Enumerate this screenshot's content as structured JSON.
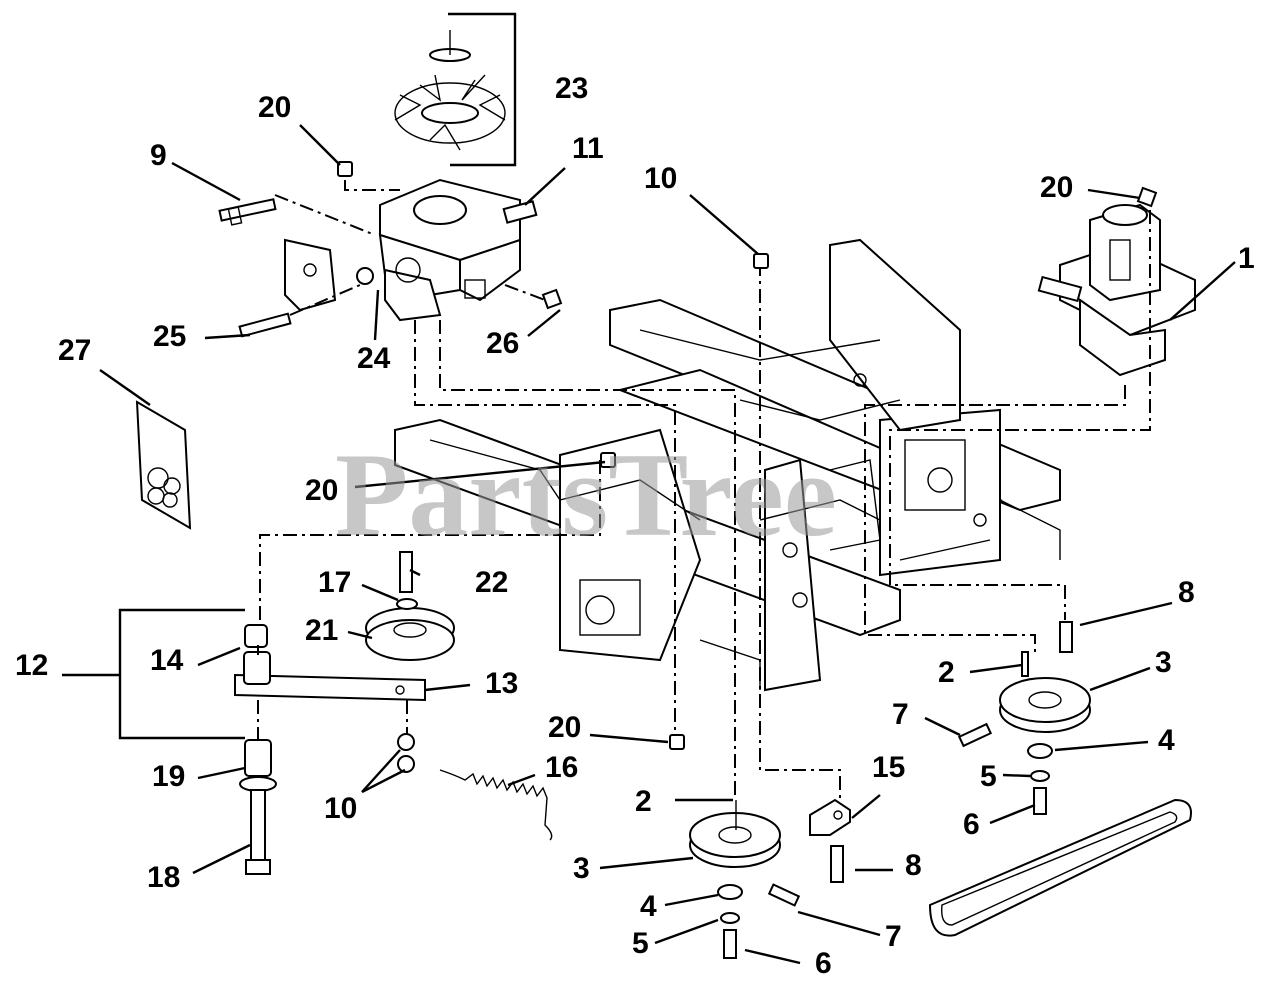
{
  "watermark": "PartsTree",
  "callouts": [
    {
      "id": "c1",
      "text": "1"
    },
    {
      "id": "c2a",
      "text": "2"
    },
    {
      "id": "c2b",
      "text": "2"
    },
    {
      "id": "c3a",
      "text": "3"
    },
    {
      "id": "c3b",
      "text": "3"
    },
    {
      "id": "c4a",
      "text": "4"
    },
    {
      "id": "c4b",
      "text": "4"
    },
    {
      "id": "c5a",
      "text": "5"
    },
    {
      "id": "c5b",
      "text": "5"
    },
    {
      "id": "c6a",
      "text": "6"
    },
    {
      "id": "c6b",
      "text": "6"
    },
    {
      "id": "c7a",
      "text": "7"
    },
    {
      "id": "c7b",
      "text": "7"
    },
    {
      "id": "c8a",
      "text": "8"
    },
    {
      "id": "c8b",
      "text": "8"
    },
    {
      "id": "c9",
      "text": "9"
    },
    {
      "id": "c10a",
      "text": "10"
    },
    {
      "id": "c10b",
      "text": "10"
    },
    {
      "id": "c11",
      "text": "11"
    },
    {
      "id": "c12",
      "text": "12"
    },
    {
      "id": "c13",
      "text": "13"
    },
    {
      "id": "c14",
      "text": "14"
    },
    {
      "id": "c15",
      "text": "15"
    },
    {
      "id": "c16",
      "text": "16"
    },
    {
      "id": "c17",
      "text": "17"
    },
    {
      "id": "c18",
      "text": "18"
    },
    {
      "id": "c19",
      "text": "19"
    },
    {
      "id": "c20a",
      "text": "20"
    },
    {
      "id": "c20b",
      "text": "20"
    },
    {
      "id": "c20c",
      "text": "20"
    },
    {
      "id": "c20d",
      "text": "20"
    },
    {
      "id": "c21",
      "text": "21"
    },
    {
      "id": "c22",
      "text": "22"
    },
    {
      "id": "c23",
      "text": "23"
    },
    {
      "id": "c24",
      "text": "24"
    },
    {
      "id": "c25",
      "text": "25"
    },
    {
      "id": "c26",
      "text": "26"
    },
    {
      "id": "c27",
      "text": "27"
    }
  ]
}
